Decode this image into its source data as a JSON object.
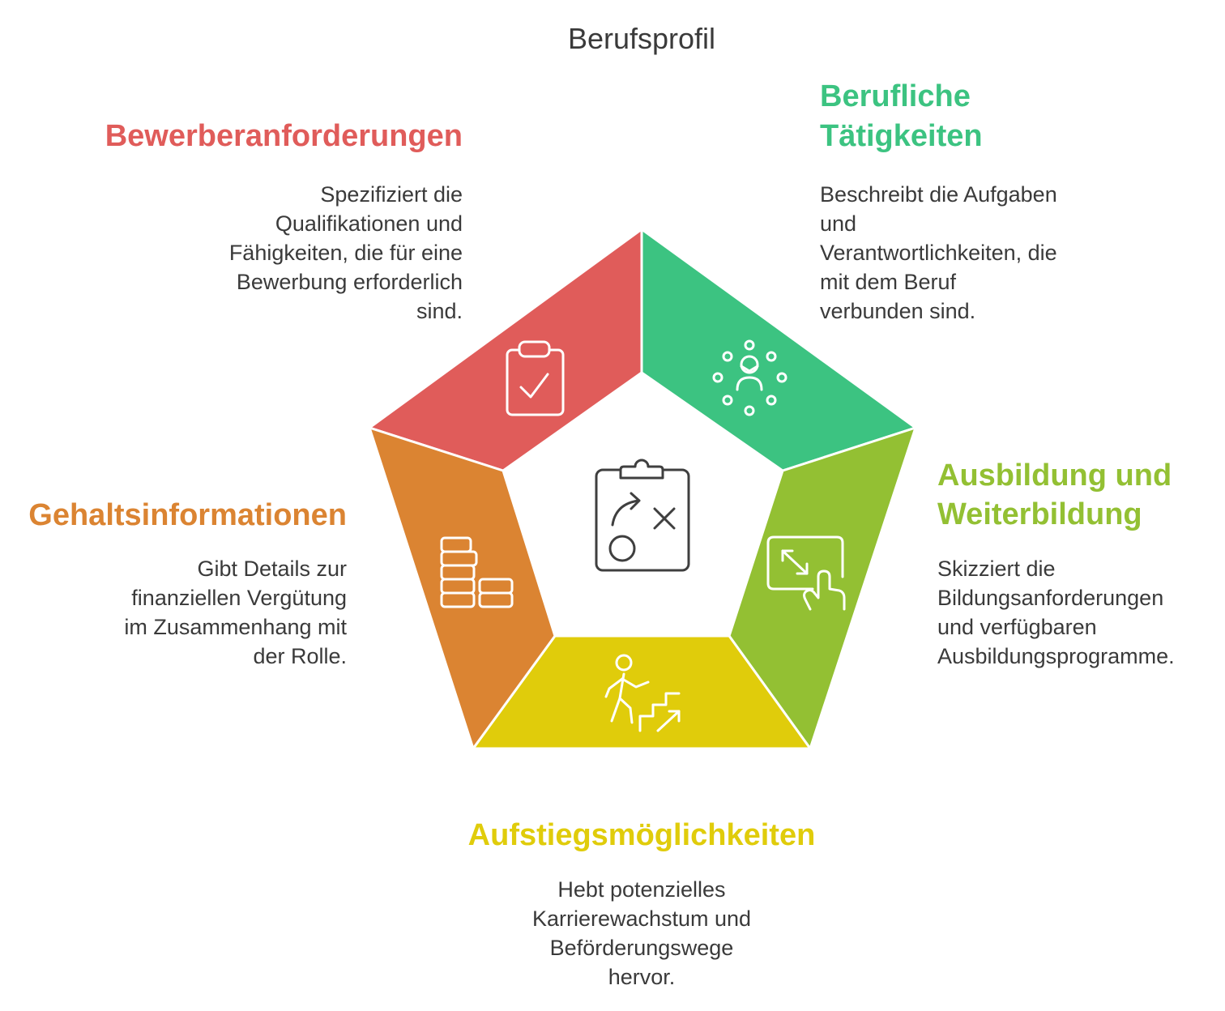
{
  "title": "Berufsprofil",
  "text_color": "#3a3a3a",
  "center_icon": "strategy-clipboard-icon",
  "sections": {
    "requirements": {
      "heading": [
        "Bewerberanforderungen"
      ],
      "description": [
        "Spezifiziert die",
        "Qualifikationen und",
        "Fähigkeiten, die für eine",
        "Bewerbung erforderlich",
        "sind."
      ],
      "color": "#E05C5A",
      "icon": "clipboard-check-icon"
    },
    "activities": {
      "heading": [
        "Berufliche",
        "Tätigkeiten"
      ],
      "description": [
        "Beschreibt die Aufgaben",
        "und",
        "Verantwortlichkeiten, die",
        "mit dem Beruf",
        "verbunden sind."
      ],
      "color": "#3CC381",
      "icon": "team-person-icon"
    },
    "training": {
      "heading": [
        "Ausbildung und",
        "Weiterbildung"
      ],
      "description": [
        "Skizziert die",
        "Bildungsanforderungen",
        "und verfügbaren",
        "Ausbildungsprogramme."
      ],
      "color": "#93C033",
      "icon": "resize-touch-icon"
    },
    "advancement": {
      "heading": [
        "Aufstiegsmöglichkeiten"
      ],
      "description": [
        "Hebt potenzielles",
        "Karrierewachstum und",
        "Beförderungswege",
        "hervor."
      ],
      "color": "#E0CC0B",
      "icon": "stairs-climb-icon"
    },
    "salary": {
      "heading": [
        "Gehaltsinformationen"
      ],
      "description": [
        "Gibt Details zur",
        "finanziellen Vergütung",
        "im Zusammenhang mit",
        "der Rolle."
      ],
      "color": "#DB8432",
      "icon": "coin-stacks-icon"
    }
  }
}
